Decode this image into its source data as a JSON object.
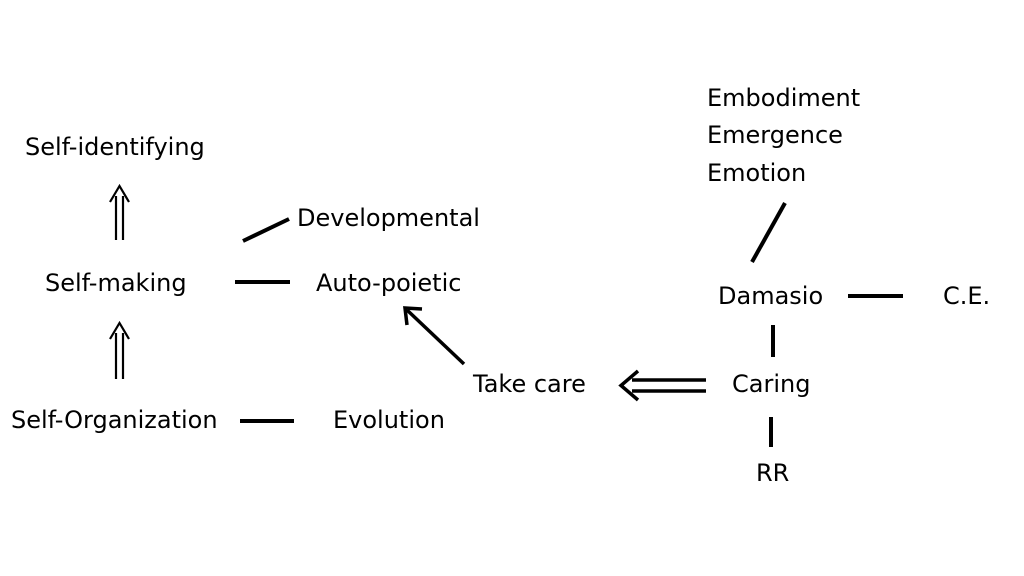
{
  "diagram": {
    "nodes": {
      "self_identifying": "Self-identifying",
      "self_making": "Self-making",
      "self_organization": "Self-Organization",
      "developmental": "Developmental",
      "auto_poietic": "Auto-poietic",
      "evolution": "Evolution",
      "take_care": "Take care",
      "embodiment": "Embodiment",
      "emergence": "Emergence",
      "emotion": "Emotion",
      "damasio": "Damasio",
      "ce": "C.E.",
      "caring": "Caring",
      "rr": "RR"
    },
    "edges": [
      {
        "from": "Self-making",
        "to": "Self-identifying",
        "style": "double-arrow"
      },
      {
        "from": "Self-Organization",
        "to": "Self-making",
        "style": "double-arrow"
      },
      {
        "from": "Self-making",
        "to": "Developmental",
        "style": "line"
      },
      {
        "from": "Self-making",
        "to": "Auto-poietic",
        "style": "line"
      },
      {
        "from": "Self-Organization",
        "to": "Evolution",
        "style": "line"
      },
      {
        "from": "Take care",
        "to": "Auto-poietic",
        "style": "arrow"
      },
      {
        "from": "Caring",
        "to": "Take care",
        "style": "double-arrow"
      },
      {
        "from": "Damasio",
        "to": "Emotion",
        "style": "line"
      },
      {
        "from": "Damasio",
        "to": "C.E.",
        "style": "line"
      },
      {
        "from": "Damasio",
        "to": "Caring",
        "style": "line"
      },
      {
        "from": "Caring",
        "to": "RR",
        "style": "line"
      }
    ],
    "colors": {
      "stroke": "#000000",
      "text": "#000000",
      "background": "#ffffff"
    }
  }
}
